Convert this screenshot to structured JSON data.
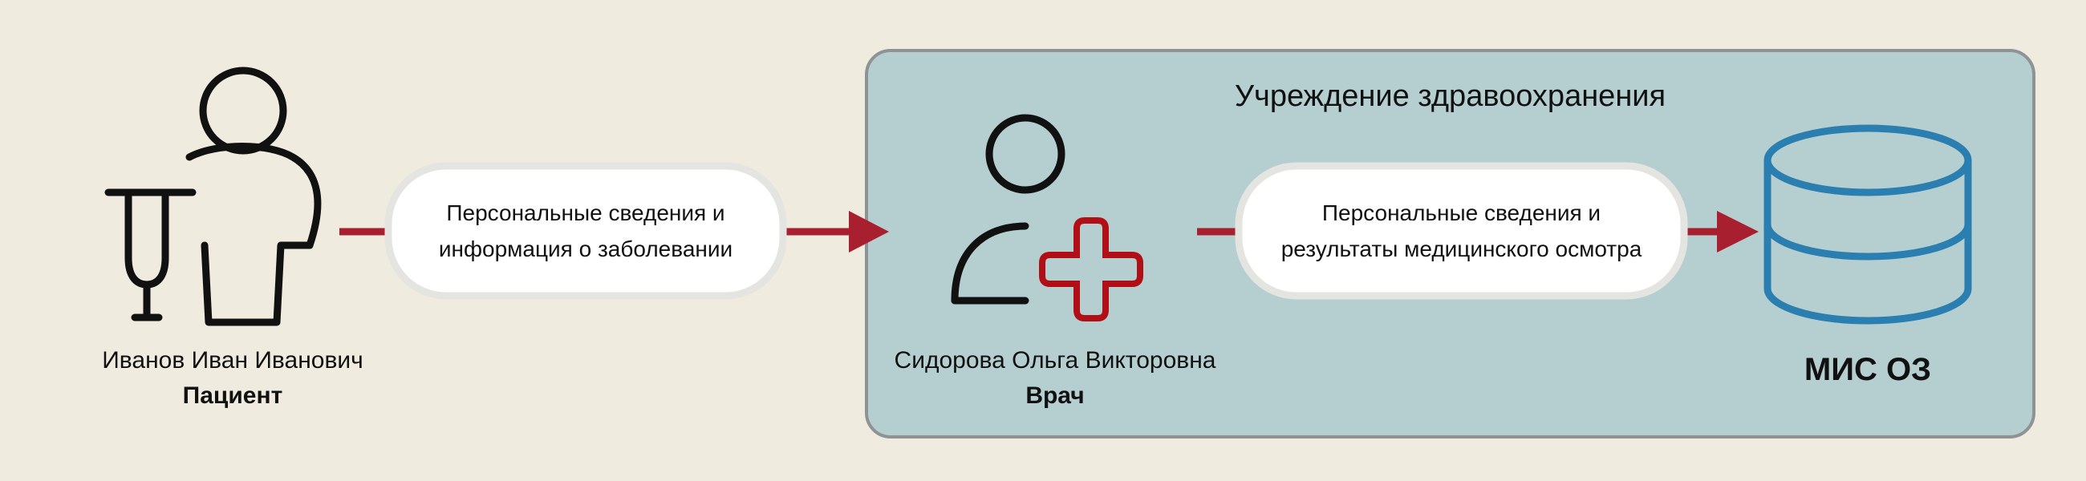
{
  "institution": {
    "title": "Учреждение здравоохранения"
  },
  "patient": {
    "name": "Иванов Иван Иванович",
    "role": "Пациент",
    "icon": "patient-with-crutch-icon"
  },
  "doctor": {
    "name": "Сидорова Ольга Викторовна",
    "role": "Врач",
    "icon": "doctor-with-red-cross-icon"
  },
  "flows": [
    {
      "lines": [
        "Персональные сведения и",
        "информация о заболевании"
      ]
    },
    {
      "lines": [
        "Персональные сведения и",
        "результаты медицинского осмотра"
      ]
    }
  ],
  "system": {
    "label": "МИС ОЗ",
    "icon": "database-icon"
  },
  "colors": {
    "background": "#efecdf",
    "institution_fill": "#b5cfd1",
    "institution_border": "#8f9395",
    "arrow": "#a8202f",
    "cross": "#b01015",
    "database": "#2a7fb0",
    "bubble_fill": "#ffffff",
    "bubble_border": "#e4e4e1"
  }
}
